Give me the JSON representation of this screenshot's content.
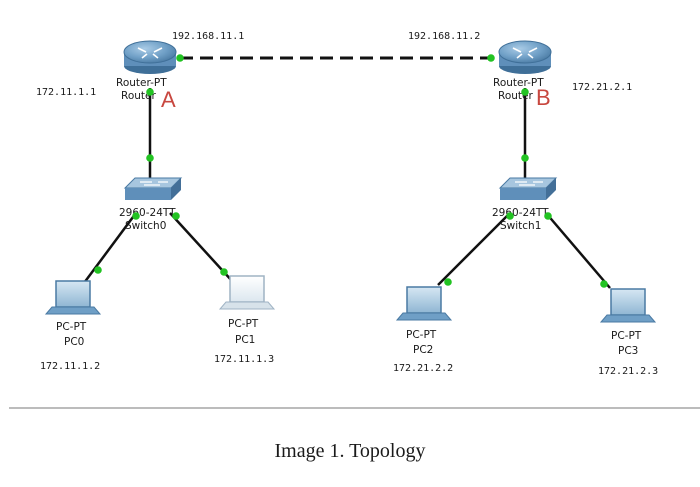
{
  "caption": "Image 1. Topology",
  "routers": {
    "a": {
      "type": "Router-PT",
      "name": "Router",
      "letter": "A",
      "lan_ip": "172.11.1.1",
      "wan_ip": "192.168.11.1"
    },
    "b": {
      "type": "Router-PT",
      "name": "Router",
      "letter": "B",
      "lan_ip": "172.21.2.1",
      "wan_ip": "192.168.11.2"
    }
  },
  "switches": {
    "s0": {
      "type": "2960-24TT",
      "name": "Switch0"
    },
    "s1": {
      "type": "2960-24TT",
      "name": "Switch1"
    }
  },
  "pcs": {
    "pc0": {
      "type": "PC-PT",
      "name": "PC0",
      "ip": "172.11.1.2"
    },
    "pc1": {
      "type": "PC-PT",
      "name": "PC1",
      "ip": "172.11.1.3"
    },
    "pc2": {
      "type": "PC-PT",
      "name": "PC2",
      "ip": "172.21.2.2"
    },
    "pc3": {
      "type": "PC-PT",
      "name": "PC3",
      "ip": "172.21.2.3"
    }
  },
  "colors": {
    "link": "#111111",
    "port": "#22c322",
    "letter": "#c8473f",
    "device": "#5a93bd"
  }
}
